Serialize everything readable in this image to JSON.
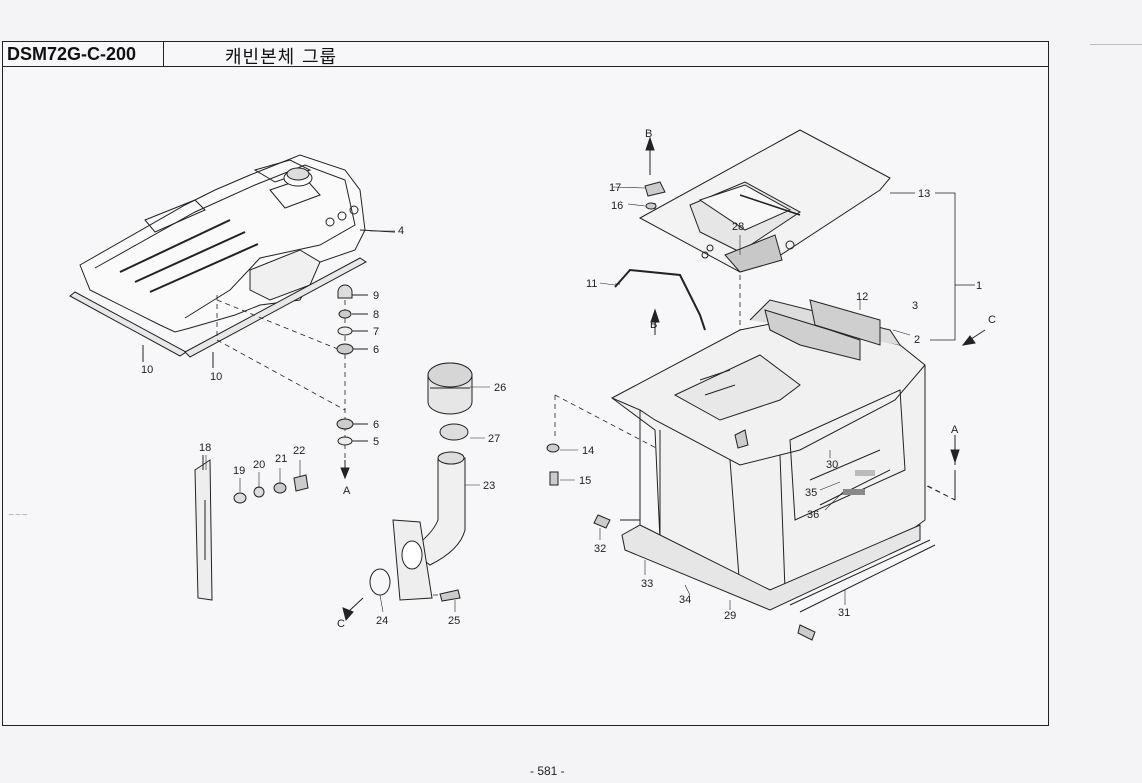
{
  "header": {
    "code": "DSM72G-C-200",
    "title": "캐빈본체 그룹"
  },
  "page_number": "- 581 -",
  "view_markers": [
    "A",
    "A",
    "B",
    "B",
    "C",
    "C"
  ],
  "callouts": [
    "1",
    "2",
    "3",
    "4",
    "5",
    "6",
    "6",
    "7",
    "8",
    "9",
    "10",
    "10",
    "11",
    "12",
    "13",
    "14",
    "15",
    "16",
    "17",
    "18",
    "19",
    "20",
    "21",
    "22",
    "23",
    "24",
    "25",
    "26",
    "27",
    "28",
    "29",
    "30",
    "31",
    "32",
    "33",
    "34",
    "35",
    "36"
  ]
}
